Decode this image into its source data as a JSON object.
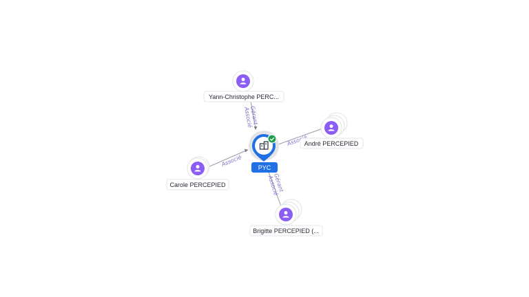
{
  "company": {
    "name": "PYC",
    "accent_color": "#1f6fe5",
    "verified_color": "#1e9e4a",
    "icon": "building-icon",
    "badge_icon": "check-icon"
  },
  "person_color": "#8b5cf6",
  "people": [
    {
      "id": "yann",
      "name": "Yann-Christophe PERC...",
      "icon": "person-icon"
    },
    {
      "id": "andre",
      "name": "André PERCEPIED",
      "icon": "person-icon"
    },
    {
      "id": "carole",
      "name": "Carole PERCEPIED",
      "icon": "person-icon"
    },
    {
      "id": "brigitte",
      "name": "Brigitte PERCEPIED (...",
      "icon": "person-icon"
    }
  ],
  "edges": [
    {
      "from": "yann",
      "roles": [
        "Gérant",
        "Associé"
      ]
    },
    {
      "from": "andre",
      "roles": [
        "Associé"
      ]
    },
    {
      "from": "carole",
      "roles": [
        "Associé"
      ]
    },
    {
      "from": "brigitte",
      "roles": [
        "Gérant",
        "Associé"
      ]
    }
  ]
}
